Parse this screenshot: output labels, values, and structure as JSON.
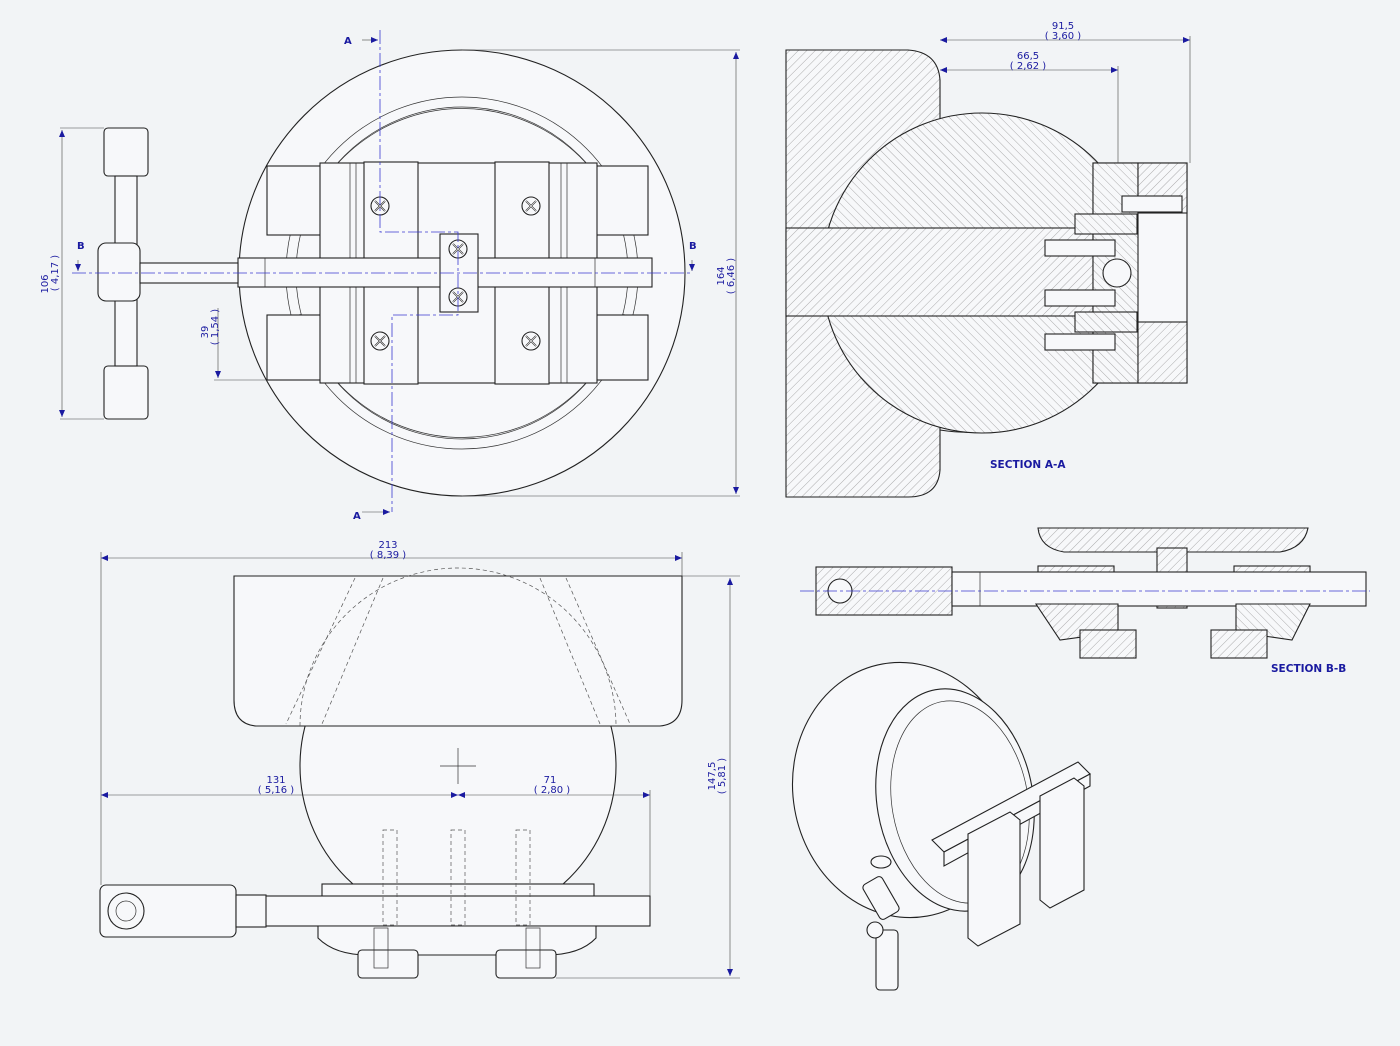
{
  "labels": {
    "section_aa": "SECTION A-A",
    "section_bb": "SECTION B-B",
    "cut_a": "A",
    "cut_b": "B"
  },
  "dims": {
    "d106": "106",
    "d106_in": "( 4,17 )",
    "d39": "39",
    "d39_in": "( 1,54 )",
    "d164": "164",
    "d164_in": "( 6,46 )",
    "d915": "91,5",
    "d915_in": "( 3,60 )",
    "d665": "66,5",
    "d665_in": "( 2,62 )",
    "d213": "213",
    "d213_in": "( 8,39 )",
    "d131": "131",
    "d131_in": "( 5,16 )",
    "d71": "71",
    "d71_in": "( 2,80 )",
    "d1475": "147,5",
    "d1475_in": "( 5,81 )"
  },
  "colors": {
    "dimension": "#1a1aa0",
    "centerline": "#3a3ad0",
    "line": "#222222",
    "background": "#f2f4f6"
  }
}
